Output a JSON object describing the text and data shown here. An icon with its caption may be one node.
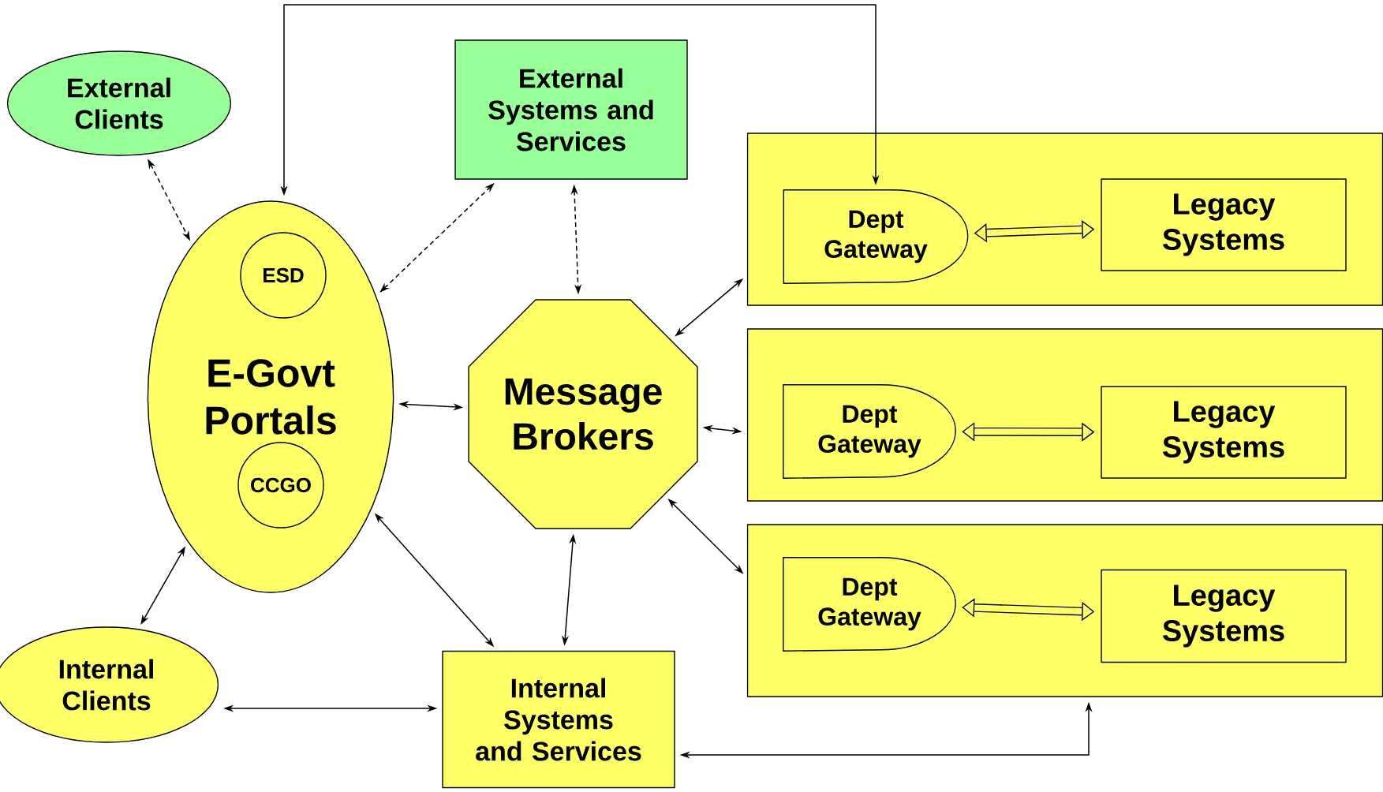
{
  "diagram": {
    "nodes": [
      {
        "text": [
          "External Clients"
        ]
      },
      {
        "text": [
          "External Systems and Services"
        ]
      },
      {
        "text": [
          "E-Govt Portals"
        ]
      },
      {
        "text": [
          "ESD"
        ],
        "in": 2
      },
      {
        "text": [
          "CCGO"
        ],
        "in": 2
      },
      {
        "text": [
          "Message Brokers"
        ]
      },
      {
        "text": [
          "Internal Clients"
        ]
      },
      {
        "text": [
          "Internal Systems and Services"
        ]
      },
      {
        "text": [],
        "shape": "box"
      },
      {
        "text": [
          "Dept Gateway"
        ],
        "in": 8
      },
      {
        "text": [
          "Legacy Systems"
        ],
        "in": 8
      },
      {
        "text": [],
        "shape": "box"
      },
      {
        "text": [
          "Dept Gateway"
        ],
        "in": 11
      },
      {
        "text": [
          "Legacy Systems"
        ],
        "in": 11
      },
      {
        "text": [],
        "shape": "box"
      },
      {
        "text": [
          "Dept Gateway"
        ],
        "in": 14
      },
      {
        "text": [
          "Legacy Systems"
        ],
        "in": 14
      }
    ],
    "edges": [
      {
        "from": 0,
        "to": 2,
        "arrow": "both",
        "style": "dashed"
      },
      {
        "from": 2,
        "to": 1,
        "arrow": "both",
        "style": "dashed"
      },
      {
        "from": 1,
        "to": 5,
        "arrow": "both",
        "style": "dashed"
      },
      {
        "from": 2,
        "to": 9,
        "arrow": "both"
      },
      {
        "from": 2,
        "to": 5,
        "arrow": "both"
      },
      {
        "from": 5,
        "to": 8,
        "arrow": "both"
      },
      {
        "from": 5,
        "to": 11,
        "arrow": "both"
      },
      {
        "from": 5,
        "to": 14,
        "arrow": "both"
      },
      {
        "from": 9,
        "to": 10,
        "arrow": "both",
        "style": "thick"
      },
      {
        "from": 12,
        "to": 13,
        "arrow": "both",
        "style": "thick"
      },
      {
        "from": 15,
        "to": 16,
        "arrow": "both",
        "style": "thick"
      },
      {
        "from": 6,
        "to": 2,
        "arrow": "both"
      },
      {
        "from": 2,
        "to": 7,
        "arrow": "both"
      },
      {
        "from": 6,
        "to": 7,
        "arrow": "both"
      },
      {
        "from": 5,
        "to": 7,
        "arrow": "both"
      },
      {
        "from": 7,
        "to": 14,
        "arrow": "both"
      }
    ]
  }
}
